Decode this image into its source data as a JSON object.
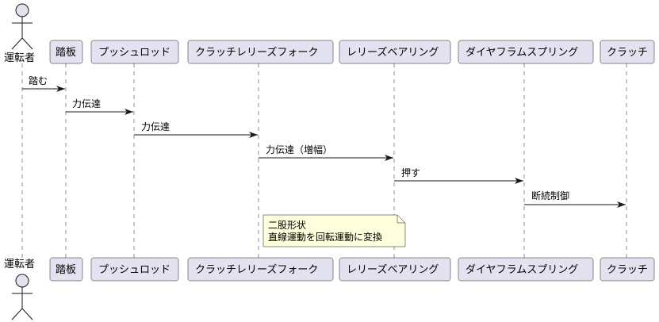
{
  "colors": {
    "participant_fill": "#E2E2F0",
    "participant_stroke": "#181818",
    "lifeline": "#181818",
    "arrow": "#181818",
    "note_fill": "#FEFFDD",
    "note_stroke": "#181818"
  },
  "actor": {
    "label": "運転者",
    "icon": "stick-figure-icon"
  },
  "participants": [
    {
      "label": "踏板"
    },
    {
      "label": "プッシュロッド"
    },
    {
      "label": "クラッチレリーズフォーク"
    },
    {
      "label": "レリーズベアリング"
    },
    {
      "label": "ダイヤフラムスプリング"
    },
    {
      "label": "クラッチ"
    }
  ],
  "messages": [
    {
      "label": "踏む"
    },
    {
      "label": "力伝達"
    },
    {
      "label": "力伝達"
    },
    {
      "label": "力伝達（増幅）"
    },
    {
      "label": "押す"
    },
    {
      "label": "断続制御"
    }
  ],
  "note": {
    "lines": [
      "二股形状",
      "直線運動を回転運動に変換"
    ]
  }
}
